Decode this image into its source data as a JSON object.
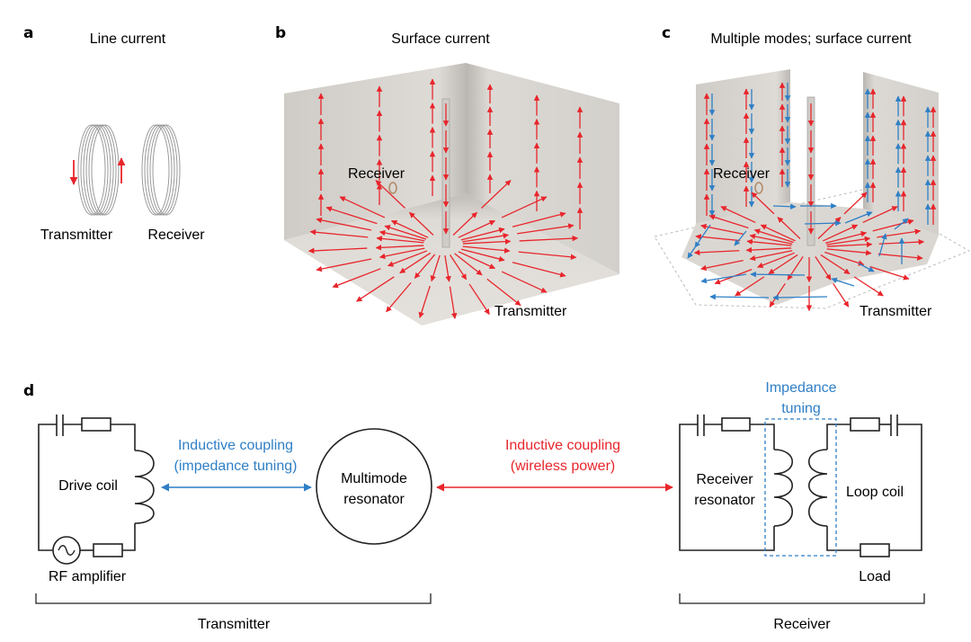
{
  "panels": {
    "a": {
      "letter": "a",
      "title": "Line current",
      "labels": {
        "transmitter": "Transmitter",
        "receiver": "Receiver"
      }
    },
    "b": {
      "letter": "b",
      "title": "Surface current",
      "labels": {
        "receiver": "Receiver",
        "transmitter": "Transmitter"
      }
    },
    "c": {
      "letter": "c",
      "title": "Multiple modes; surface current",
      "labels": {
        "receiver": "Receiver",
        "transmitter": "Transmitter"
      }
    },
    "d": {
      "letter": "d",
      "drive_coil": "Drive coil",
      "rf_amplifier": "RF amplifier",
      "coupling_left": {
        "line1": "Inductive coupling",
        "line2": "(impedance tuning)"
      },
      "resonator": {
        "line1": "Multimode",
        "line2": "resonator"
      },
      "coupling_right": {
        "line1": "Inductive coupling",
        "line2": "(wireless power)"
      },
      "impedance_tuning": {
        "line1": "Impedance",
        "line2": "tuning"
      },
      "receiver_resonator": {
        "line1": "Receiver",
        "line2": "resonator"
      },
      "loop_coil": "Loop coil",
      "load": "Load",
      "bracket_transmitter": "Transmitter",
      "bracket_receiver": "Receiver"
    }
  },
  "colors": {
    "red_arrow": "#e8252b",
    "blue_arrow": "#2f7fc6",
    "surface": "#d9d6d1",
    "coil": "#9a9a9a"
  }
}
